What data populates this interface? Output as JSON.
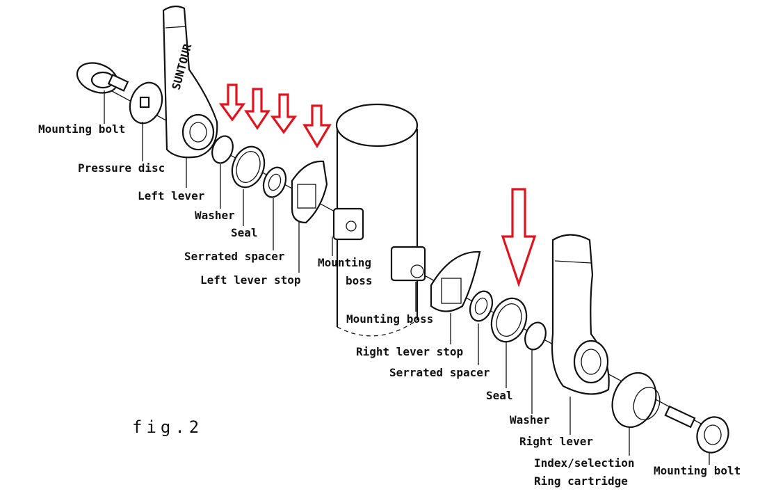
{
  "labels": {
    "left_mounting_bolt": "Mounting bolt",
    "pressure_disc": "Pressure disc",
    "left_lever": "Left lever",
    "left_washer": "Washer",
    "left_seal": "Seal",
    "left_serrated_spacer": "Serrated spacer",
    "left_lever_stop": "Left lever stop",
    "left_mounting_boss_1": "Mounting",
    "left_mounting_boss_2": "boss",
    "right_mounting_boss": "Mounting boss",
    "right_lever_stop": "Right lever stop",
    "right_serrated_spacer": "Serrated spacer",
    "right_seal": "Seal",
    "right_washer": "Washer",
    "right_lever": "Right lever",
    "index_ring_1": "Index/selection",
    "index_ring_2": "Ring cartridge",
    "right_mounting_bolt": "Mounting bolt"
  },
  "lever_brand": "SUNTOUR",
  "figure_caption": "fig.2",
  "colors": {
    "arrow": "#e0141e",
    "line": "#111111"
  }
}
